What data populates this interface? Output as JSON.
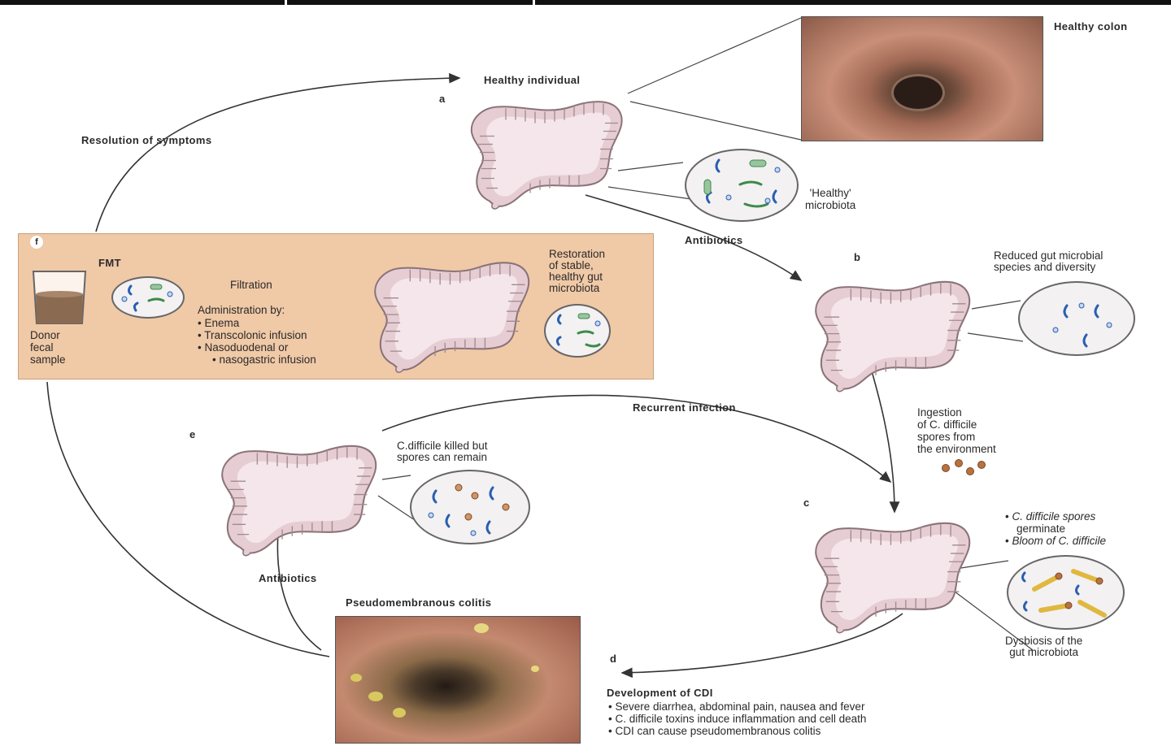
{
  "stages": {
    "a": {
      "letter": "a",
      "title": "Healthy individual",
      "photo_label": "Healthy colon",
      "microbiota_label": [
        "'Healthy'",
        "microbiota"
      ]
    },
    "b": {
      "letter": "b",
      "note": [
        "Reduced gut microbial",
        "species and diversity"
      ]
    },
    "ingestion": [
      "Ingestion",
      "of C. difficile",
      "spores from",
      "the environment"
    ],
    "c": {
      "letter": "c",
      "bullets": [
        "C. difficile spores",
        "germinate",
        "Bloom of C. difficile"
      ],
      "dysbiosis": [
        "Dysbiosis of the",
        "gut microbiota"
      ]
    },
    "d": {
      "letter": "d",
      "title": "Development of CDI",
      "bullets": [
        "Severe diarrhea, abdominal pain, nausea and fever",
        "C. difficile toxins induce inflammation and cell death",
        "CDI can cause pseudomembranous colitis"
      ]
    },
    "e": {
      "letter": "e",
      "note": [
        "C.difficile killed but",
        "spores can remain"
      ]
    },
    "f": {
      "letter": "f",
      "fmt": "FMT",
      "donor": [
        "Donor",
        "fecal",
        "sample"
      ],
      "filtration": "Filtration",
      "admin_title": "Administration by:",
      "admin_items": [
        "Enema",
        "Transcolonic infusion",
        "Nasoduodenal or",
        "nasogastric infusion"
      ],
      "restoration": [
        "Restoration",
        "of stable,",
        "healthy gut",
        "microbiota"
      ]
    }
  },
  "arrows": {
    "resolution": "Resolution of symptoms",
    "antibiotics_1": "Antibiotics",
    "recurrent": "Recurrent infection",
    "antibiotics_2": "Antibiotics",
    "pseudomembranous": "Pseudomembranous colitis"
  },
  "colors": {
    "fmt_box": "#f0c9a7",
    "colon": "#e6cdd3",
    "arrow": "#333333",
    "bacteria_blue": "#2a5fb0",
    "bacteria_green": "#3b8a4a",
    "spore": "#b8723f",
    "cdiff": "#e0b840"
  }
}
